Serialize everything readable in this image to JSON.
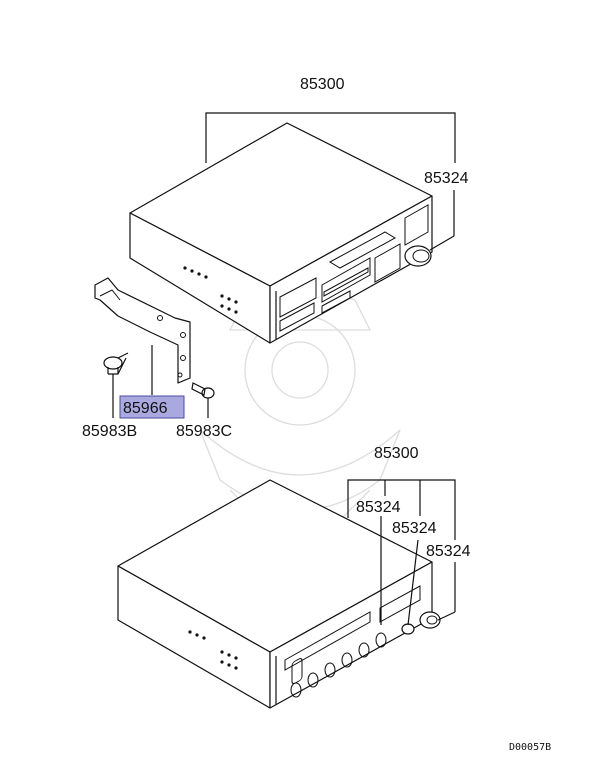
{
  "labels": {
    "top_assembly": "85300",
    "top_knob": "85324",
    "bracket": "85966",
    "bolt_left": "85983B",
    "screw_right": "85983C",
    "bottom_assembly": "85300",
    "bottom_part_a": "85324",
    "bottom_part_b": "85324",
    "bottom_part_c": "85324"
  },
  "diagram_code": "D00057B",
  "colors": {
    "highlight": "#a9a9e0",
    "highlight_border": "#4b4ba3"
  }
}
